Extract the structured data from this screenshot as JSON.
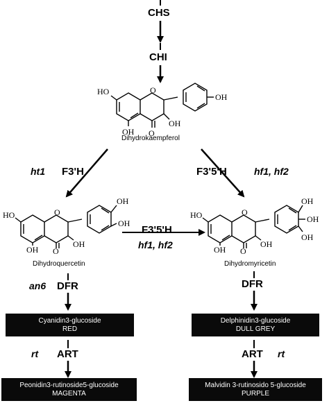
{
  "enzymes": {
    "chs": "CHS",
    "chi": "CHI",
    "f3h": "F3'H",
    "f35h_right": "F3'5'H",
    "f35h_mid": "F3'5'H",
    "dfr_left": "DFR",
    "dfr_right": "DFR",
    "art_left": "ART",
    "art_right": "ART"
  },
  "genes": {
    "ht1": "ht1",
    "hf_right": "hf1, hf2",
    "hf_mid": "hf1, hf2",
    "an6": "an6",
    "rt_left": "rt",
    "rt_right": "rt"
  },
  "compounds": {
    "dihydrokaempferol": "Dihydrokaempferol",
    "dihydroquercetin": "Dihydroquercetin",
    "dihydromyricetin": "Dihydromyricetin"
  },
  "boxes": {
    "cyanidin": {
      "name": "Cyanidin3-glucoside",
      "color": "RED"
    },
    "delphinidin": {
      "name": "Delphinidin3-glucoside",
      "color": "DULL GREY"
    },
    "peonidin": {
      "name": "Peonidin3-rutinoside5-glucoside",
      "color": "MAGENTA"
    },
    "malvidin": {
      "name": "Malvidin 3-rutinosido 5-glucoside",
      "color": "PURPLE"
    }
  },
  "atoms": {
    "oh": "OH",
    "ho": "HO",
    "o": "O"
  }
}
